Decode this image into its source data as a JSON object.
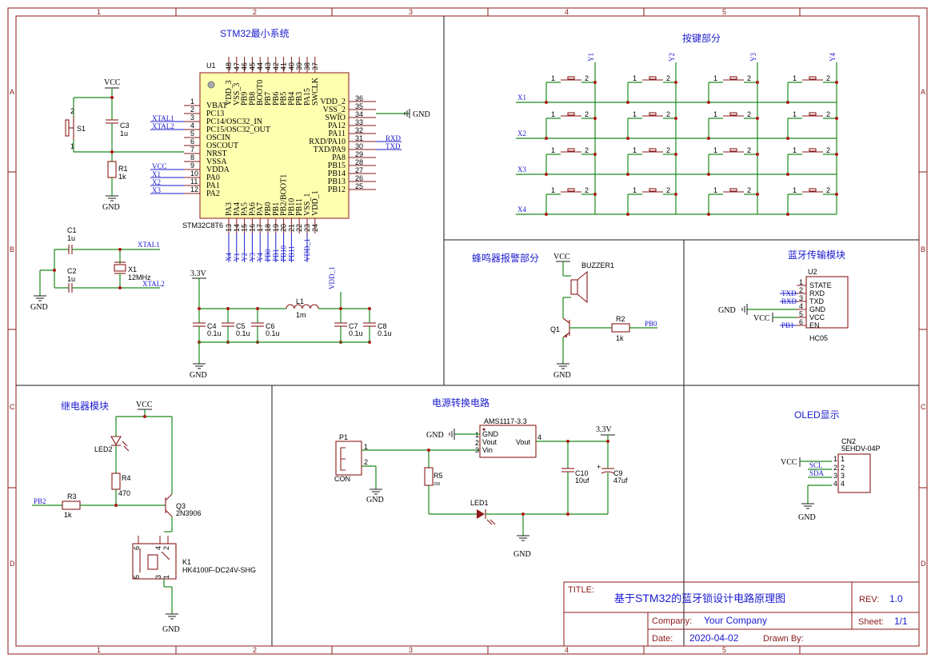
{
  "border": {
    "columns": [
      "1",
      "2",
      "3",
      "4",
      "5"
    ],
    "rows": [
      "A",
      "B",
      "C",
      "D"
    ]
  },
  "sections": {
    "mcu": "STM32最小系统",
    "keys": "按键部分",
    "buzzer": "蜂鸣器报警部分",
    "bluetooth": "蓝牙传输模块",
    "relay": "继电器模块",
    "power": "电源转换电路",
    "oled": "OLED显示"
  },
  "mcu": {
    "ref": "U1",
    "part": "STM32C8T6",
    "left_pins": [
      {
        "n": "1",
        "name": "VBAT"
      },
      {
        "n": "2",
        "name": "PC13"
      },
      {
        "n": "3",
        "name": "PC14/OSC32_IN"
      },
      {
        "n": "4",
        "name": "PC15/OSC32_OUT"
      },
      {
        "n": "5",
        "name": "OSCIN"
      },
      {
        "n": "6",
        "name": "OSCOUT"
      },
      {
        "n": "7",
        "name": "NRST"
      },
      {
        "n": "8",
        "name": "VSSA"
      },
      {
        "n": "9",
        "name": "VDDA"
      },
      {
        "n": "10",
        "name": "PA0"
      },
      {
        "n": "11",
        "name": "PA1"
      },
      {
        "n": "12",
        "name": "PA2"
      }
    ],
    "right_pins": [
      {
        "n": "36",
        "name": "VDD_2"
      },
      {
        "n": "35",
        "name": "VSS_2"
      },
      {
        "n": "34",
        "name": "SWIO"
      },
      {
        "n": "33",
        "name": "PA12"
      },
      {
        "n": "32",
        "name": "PA11"
      },
      {
        "n": "31",
        "name": "RXD/PA10"
      },
      {
        "n": "30",
        "name": "TXD/PA9"
      },
      {
        "n": "29",
        "name": "PA8"
      },
      {
        "n": "28",
        "name": "PB15"
      },
      {
        "n": "27",
        "name": "PB14"
      },
      {
        "n": "26",
        "name": "PB13"
      },
      {
        "n": "25",
        "name": "PB12"
      }
    ],
    "top_pins": [
      {
        "n": "48",
        "name": "VDD_3"
      },
      {
        "n": "47",
        "name": "VSS_3"
      },
      {
        "n": "46",
        "name": "PB9"
      },
      {
        "n": "45",
        "name": "PB8"
      },
      {
        "n": "44",
        "name": "BOOT0"
      },
      {
        "n": "43",
        "name": "PB7"
      },
      {
        "n": "42",
        "name": "PB6"
      },
      {
        "n": "41",
        "name": "PB5"
      },
      {
        "n": "40",
        "name": "PB4"
      },
      {
        "n": "39",
        "name": "PB3"
      },
      {
        "n": "38",
        "name": "PA15"
      },
      {
        "n": "37",
        "name": "SWCLK"
      }
    ],
    "bottom_pins": [
      {
        "n": "13",
        "name": "PA3"
      },
      {
        "n": "14",
        "name": "PA4"
      },
      {
        "n": "15",
        "name": "PA5"
      },
      {
        "n": "16",
        "name": "PA6"
      },
      {
        "n": "17",
        "name": "PA7"
      },
      {
        "n": "18",
        "name": "PB0"
      },
      {
        "n": "19",
        "name": "PB1"
      },
      {
        "n": "20",
        "name": "PB2/BOOT1"
      },
      {
        "n": "21",
        "name": "PB10"
      },
      {
        "n": "22",
        "name": "PB11"
      },
      {
        "n": "23",
        "name": "VSS_1"
      },
      {
        "n": "24",
        "name": "VDD_1"
      }
    ],
    "left_nets": [
      "",
      "",
      "XTAL1",
      "XTAL2",
      "",
      "",
      "",
      "",
      "VCC",
      "X1",
      "X2",
      "X3"
    ],
    "right_nets": [
      "",
      "GND",
      "",
      "",
      "",
      "RXD",
      "TXD",
      "",
      "",
      "",
      "",
      ""
    ],
    "bottom_nets": [
      "X4",
      "Y1",
      "Y2",
      "Y3",
      "Y4",
      "PB0",
      "PB1",
      "PB10",
      "PB11",
      "",
      "VDD_1",
      ""
    ]
  },
  "reset": {
    "vcc": "VCC",
    "switch": "S1",
    "cap": "C3",
    "cap_val": "1u",
    "res": "R1",
    "res_val": "1k",
    "gnd": "GND",
    "pin1": "1",
    "pin2": "2"
  },
  "crystal": {
    "c1": "C1",
    "c1_val": "1u",
    "c2": "C2",
    "c2_val": "1u",
    "x": "X1",
    "x_val": "12MHz",
    "net1": "XTAL1",
    "net2": "XTAL2",
    "gnd": "GND"
  },
  "decoupling": {
    "rail": "3.3V",
    "gnd": "GND",
    "net": "VDD_1",
    "inductor": "L1",
    "ind_val": "1m",
    "caps": [
      {
        "ref": "C4",
        "val": "0.1u"
      },
      {
        "ref": "C5",
        "val": "0.1u"
      },
      {
        "ref": "C6",
        "val": "0.1u"
      },
      {
        "ref": "C7",
        "val": "0.1u"
      },
      {
        "ref": "C8",
        "val": "0.1u"
      }
    ]
  },
  "keypad": {
    "rows": [
      "X1",
      "X2",
      "X3",
      "X4"
    ],
    "cols": [
      "Y1",
      "Y2",
      "Y3",
      "Y4"
    ],
    "p1": "1",
    "p2": "2"
  },
  "buzzer": {
    "vcc": "VCC",
    "ref": "BUZZER1",
    "q": "Q1",
    "r": "R2",
    "r_val": "1k",
    "net": "PB0",
    "gnd": "GND"
  },
  "bluetooth": {
    "ref": "U2",
    "part": "HC05",
    "gnd": "GND",
    "vcc": "VCC",
    "pins": [
      {
        "n": "1",
        "name": "STATE",
        "net": ""
      },
      {
        "n": "2",
        "name": "RXD",
        "net": "TXD"
      },
      {
        "n": "3",
        "name": "TXD",
        "net": "RXD"
      },
      {
        "n": "4",
        "name": "GND",
        "net": ""
      },
      {
        "n": "5",
        "name": "VCC",
        "net": ""
      },
      {
        "n": "6",
        "name": "EN",
        "net": "PB1"
      }
    ]
  },
  "relay": {
    "vcc": "VCC",
    "led": "LED2",
    "r4": "R4",
    "r4_val": "470",
    "r3": "R3",
    "r3_val": "1k",
    "net": "PB2",
    "q": "Q3",
    "q_part": "2N3906",
    "k": "K1",
    "k_part": "HK4100F-DC24V-SHG",
    "gnd": "GND",
    "kpins": [
      "6",
      "4",
      "2",
      "5",
      "3",
      "1"
    ]
  },
  "power": {
    "conn": "P1",
    "conn_type": "CON",
    "reg": "AMS1117-3.3",
    "reg_gnd": "GND",
    "reg_vout": "Vout",
    "reg_vin": "Vin",
    "reg_vout2": "Vout",
    "gnd": "GND",
    "r5": "R5",
    "r5_val": "200",
    "led": "LED1",
    "c10": "C10",
    "c10_val": "10uf",
    "c9": "C9",
    "c9_val": "47uf",
    "rail": "3.3V",
    "plus": "+"
  },
  "oled": {
    "ref": "CN2",
    "part": "5EHDV-04P",
    "vcc": "VCC",
    "scl": "SCL",
    "sda": "SDA",
    "gnd": "GND",
    "pins": [
      "1",
      "2",
      "3",
      "4"
    ]
  },
  "title_block": {
    "title_label": "TITLE:",
    "title_pre": "基于",
    "title_em": "STM32",
    "title_post": "的蓝牙锁设计电路原理图",
    "rev_label": "REV:",
    "rev": "1.0",
    "company_label": "Company:",
    "company": "Your Company",
    "sheet_label": "Sheet:",
    "sheet": "1/1",
    "date_label": "Date:",
    "date": "2020-04-02",
    "drawn_label": "Drawn By:"
  }
}
